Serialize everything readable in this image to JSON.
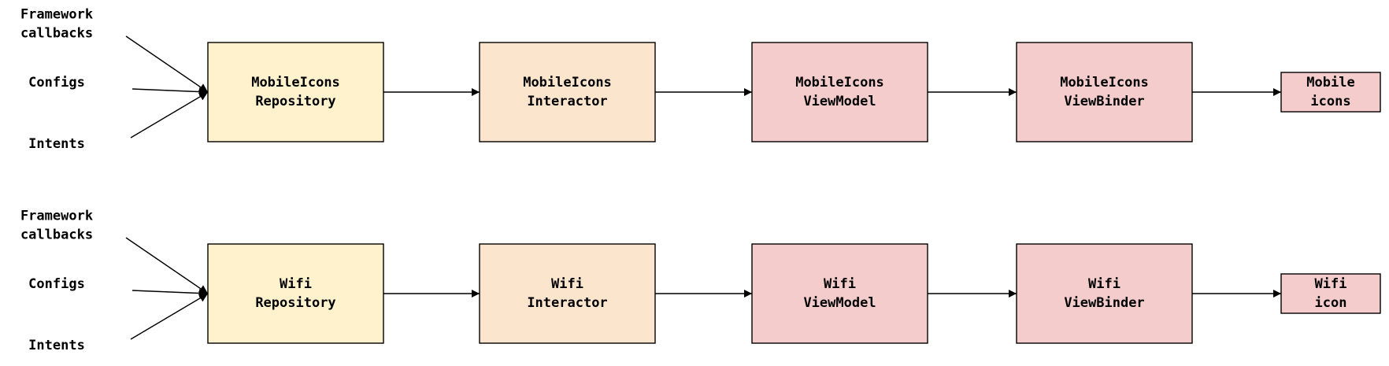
{
  "colors": {
    "repository": "#fff2cc",
    "interactor": "#fce5cd",
    "viewmodel": "#f4cccc",
    "viewbinder": "#f4cccc",
    "output": "#f4cccc"
  },
  "rows": [
    {
      "id": "mobile",
      "sources": [
        {
          "name": "framework-callbacks",
          "lines": [
            "Framework",
            "callbacks"
          ]
        },
        {
          "name": "configs",
          "lines": [
            "Configs"
          ]
        },
        {
          "name": "intents",
          "lines": [
            "Intents"
          ]
        }
      ],
      "nodes": [
        {
          "name": "mobileicons-repository",
          "kind": "repository",
          "lines": [
            "MobileIcons",
            "Repository"
          ]
        },
        {
          "name": "mobileicons-interactor",
          "kind": "interactor",
          "lines": [
            "MobileIcons",
            "Interactor"
          ]
        },
        {
          "name": "mobileicons-viewmodel",
          "kind": "viewmodel",
          "lines": [
            "MobileIcons",
            "ViewModel"
          ]
        },
        {
          "name": "mobileicons-viewbinder",
          "kind": "viewbinder",
          "lines": [
            "MobileIcons",
            "ViewBinder"
          ]
        },
        {
          "name": "mobile-icons-output",
          "kind": "output",
          "lines": [
            "Mobile",
            "icons"
          ]
        }
      ]
    },
    {
      "id": "wifi",
      "sources": [
        {
          "name": "framework-callbacks",
          "lines": [
            "Framework",
            "callbacks"
          ]
        },
        {
          "name": "configs",
          "lines": [
            "Configs"
          ]
        },
        {
          "name": "intents",
          "lines": [
            "Intents"
          ]
        }
      ],
      "nodes": [
        {
          "name": "wifi-repository",
          "kind": "repository",
          "lines": [
            "Wifi",
            "Repository"
          ]
        },
        {
          "name": "wifi-interactor",
          "kind": "interactor",
          "lines": [
            "Wifi",
            "Interactor"
          ]
        },
        {
          "name": "wifi-viewmodel",
          "kind": "viewmodel",
          "lines": [
            "Wifi",
            "ViewModel"
          ]
        },
        {
          "name": "wifi-viewbinder",
          "kind": "viewbinder",
          "lines": [
            "Wifi",
            "ViewBinder"
          ]
        },
        {
          "name": "wifi-icon-output",
          "kind": "output",
          "lines": [
            "Wifi",
            "icon"
          ]
        }
      ]
    }
  ]
}
